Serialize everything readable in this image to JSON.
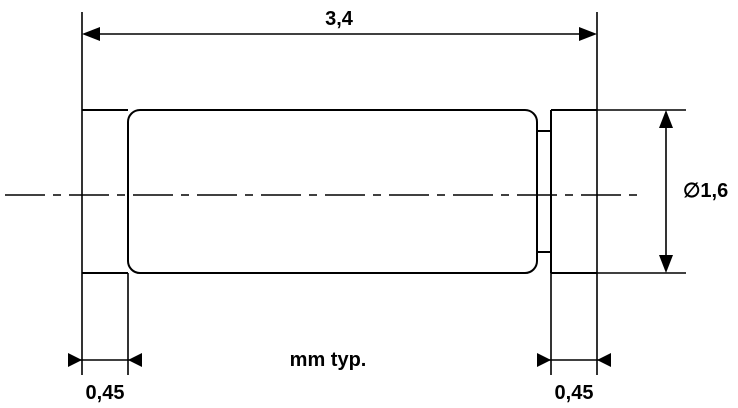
{
  "drawing": {
    "overall_length_label": "3,4",
    "diameter_label": "∅1,6",
    "left_cap_label": "0,45",
    "right_cap_label": "0,45",
    "unit_note": "mm typ."
  },
  "colors": {
    "line": "#000000",
    "background": "#ffffff"
  }
}
